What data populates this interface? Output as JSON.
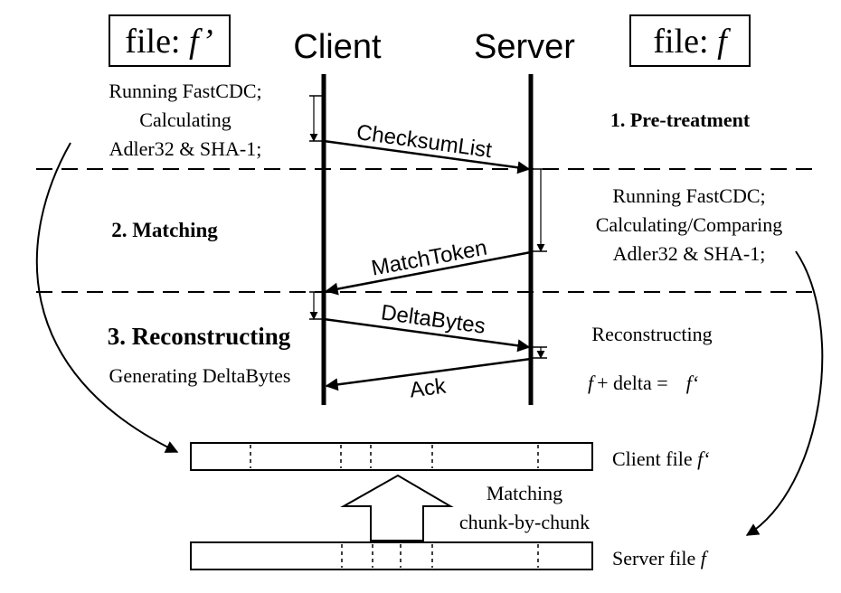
{
  "files": {
    "left_box": {
      "prefix": "file: ",
      "name": "f’"
    },
    "right_box": {
      "prefix": "file: ",
      "name": "f"
    }
  },
  "actors": {
    "client": "Client",
    "server": "Server"
  },
  "phases": {
    "pretreatment": "1. Pre-treatment",
    "matching": "2. Matching",
    "reconstructing": "3. Reconstructing"
  },
  "client_notes": {
    "line1": "Running FastCDC;",
    "line2": "Calculating",
    "line3": "Adler32 & SHA-1;",
    "generating": "Generating DeltaBytes"
  },
  "server_notes": {
    "line1": "Running FastCDC;",
    "line2": "Calculating/Comparing",
    "line3": "Adler32 & SHA-1;",
    "reconstructing": "Reconstructing",
    "formula_f": "f",
    "formula_mid": "+ delta =",
    "formula_result": "f‘"
  },
  "messages": {
    "checksum_list": "ChecksumList",
    "match_token": "MatchToken",
    "delta_bytes": "DeltaBytes",
    "ack": "Ack"
  },
  "bottom": {
    "client_file_label": "Client file ",
    "client_file_var": "f‘",
    "server_file_label": "Server file ",
    "server_file_var": "f",
    "matching_line1": "Matching",
    "matching_line2": "chunk-by-chunk"
  }
}
